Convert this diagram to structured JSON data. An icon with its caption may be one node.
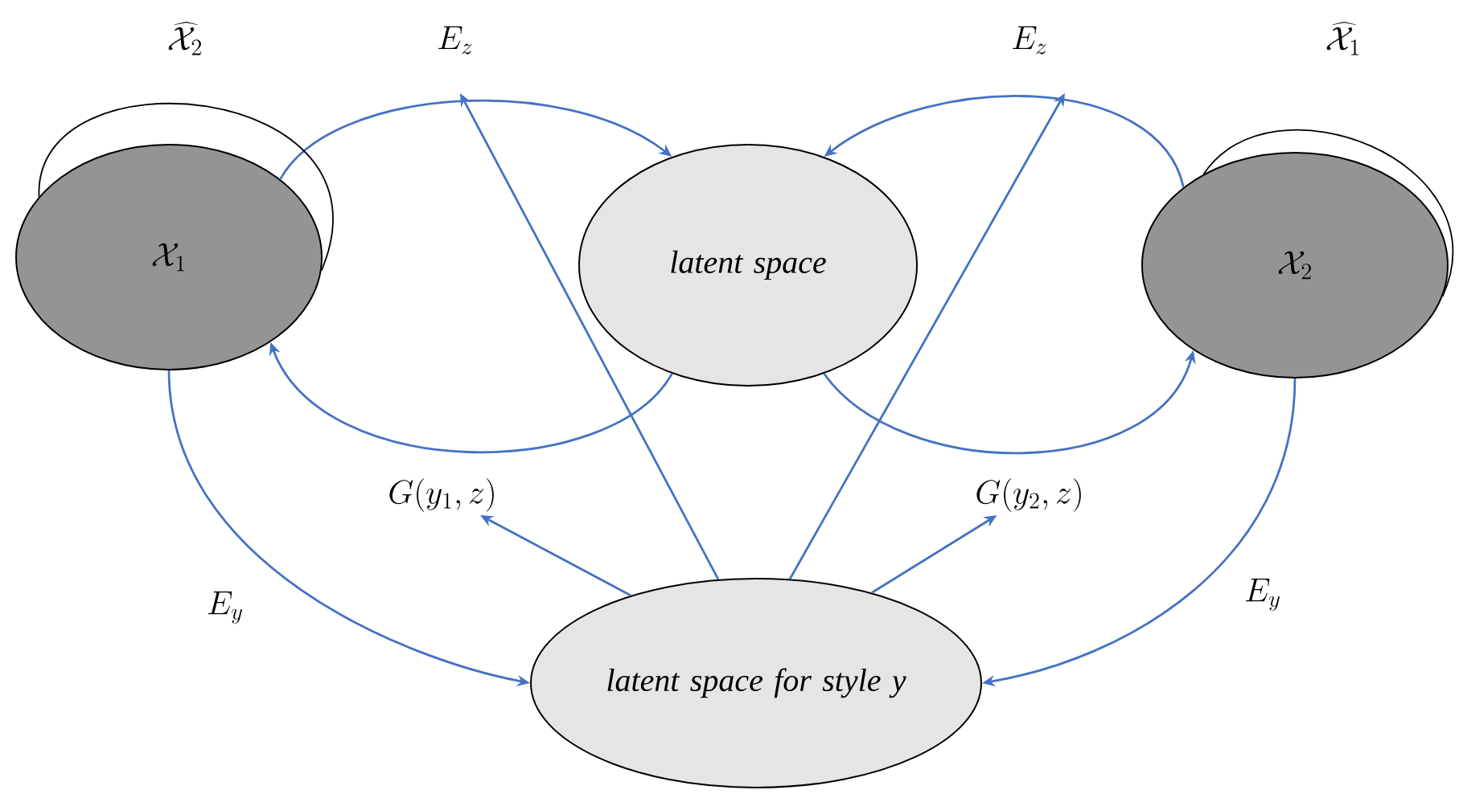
{
  "diagram": {
    "nodes": [
      {
        "text": [
          "\\mathcal{X}_1"
        ]
      },
      {
        "text": [
          "latent space"
        ]
      },
      {
        "text": [
          "\\mathcal{X}_2"
        ]
      },
      {
        "text": [
          "latent space for style y"
        ]
      },
      {
        "text": [
          "G(y_1,z)"
        ]
      },
      {
        "text": [
          "G(y_2,z)"
        ]
      }
    ],
    "edges": [
      {
        "from": 0,
        "to": 1,
        "arrow": "to",
        "label": "E_z"
      },
      {
        "from": 1,
        "to": 0,
        "arrow": "to"
      },
      {
        "from": 2,
        "to": 1,
        "arrow": "to",
        "label": "E_z"
      },
      {
        "from": 1,
        "to": 2,
        "arrow": "to"
      },
      {
        "from": 0,
        "to": 3,
        "arrow": "to",
        "label": "E_y"
      },
      {
        "from": 2,
        "to": 3,
        "arrow": "to",
        "label": "E_y"
      },
      {
        "from": 3,
        "to": 4,
        "arrow": "to"
      },
      {
        "from": 3,
        "to": 5,
        "arrow": "to"
      },
      {
        "from": 3,
        "to": null,
        "arrow": "to"
      },
      {
        "from": 3,
        "to": null,
        "arrow": "to"
      },
      {
        "from": 0,
        "to": 0,
        "arrow": "none",
        "label": "\\widehat{\\mathcal{X}}_2",
        "color": "#000000"
      },
      {
        "from": 2,
        "to": 2,
        "arrow": "none",
        "label": "\\widehat{\\mathcal{X}}_1",
        "color": "#000000"
      }
    ]
  }
}
